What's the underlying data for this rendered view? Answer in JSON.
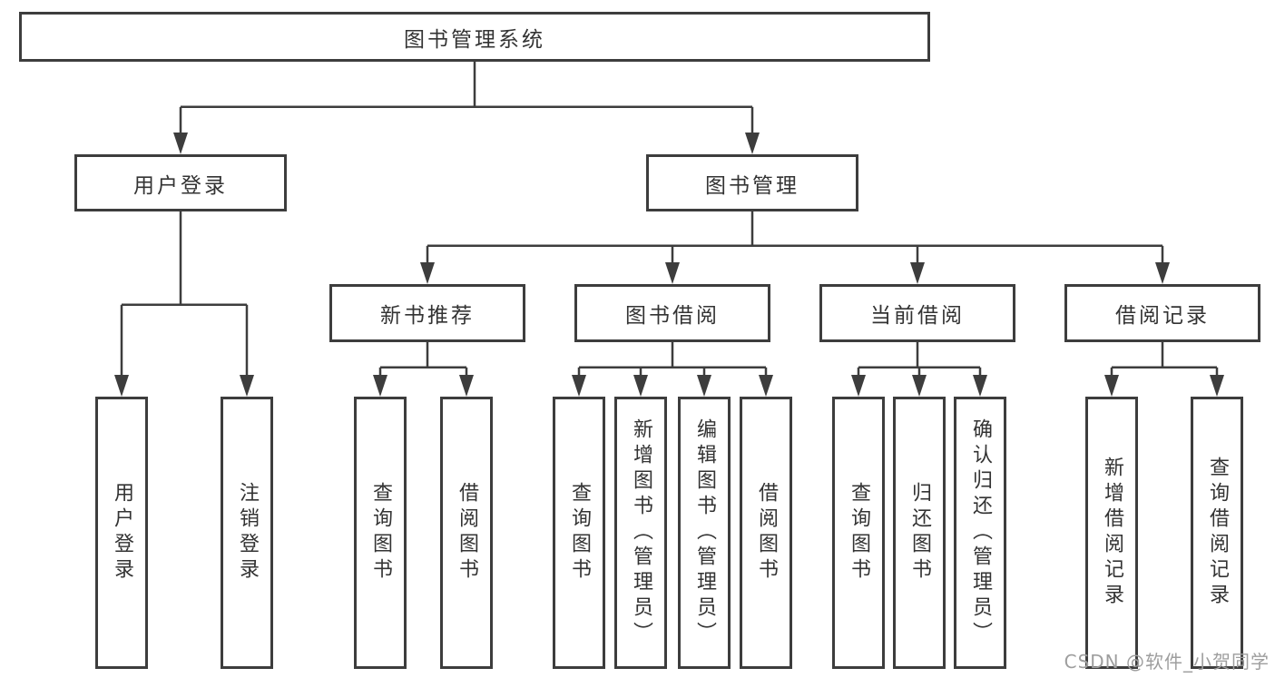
{
  "diagram": {
    "root": "图书管理系统",
    "branches": [
      {
        "label": "用户登录",
        "leaves": [
          "用户登录",
          "注销登录"
        ]
      },
      {
        "label": "图书管理",
        "groups": [
          {
            "label": "新书推荐",
            "leaves": [
              "查询图书",
              "借阅图书"
            ]
          },
          {
            "label": "图书借阅",
            "leaves": [
              "查询图书",
              "新增图书（管理员）",
              "编辑图书（管理员）",
              "借阅图书"
            ]
          },
          {
            "label": "当前借阅",
            "leaves": [
              "查询图书",
              "归还图书",
              "确认归还（管理员）"
            ]
          },
          {
            "label": "借阅记录",
            "leaves": [
              "新增借阅记录",
              "查询借阅记录"
            ]
          }
        ]
      }
    ]
  },
  "watermark": {
    "text": "CSDN @软件_小贺同学"
  },
  "colors": {
    "line": "#3d3d3d",
    "text": "#333333",
    "background": "#ffffff",
    "watermark": "#9e9e9e"
  }
}
